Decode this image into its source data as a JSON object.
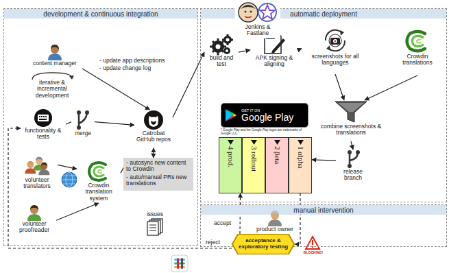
{
  "diagram": {
    "nodes": [
      {
        "text": [
          "development & continuous integration"
        ]
      },
      {
        "text": [
          "automatic deployment"
        ]
      },
      {
        "text": [
          "manual intervention"
        ]
      },
      {
        "text": [
          "content manager"
        ],
        "in": 0
      },
      {
        "text": [
          "iterative & incremental development"
        ],
        "in": 0
      },
      {
        "text": [
          "functionality & tests"
        ],
        "in": 0
      },
      {
        "text": [
          "merge"
        ],
        "in": 0
      },
      {
        "text": [
          "Catrobat GitHub repos"
        ],
        "in": 0
      },
      {
        "text": [
          "volunteer translators"
        ],
        "in": 0
      },
      {
        "text": [
          "Crowdin translation system"
        ],
        "in": 0
      },
      {
        "text": [
          "volunteer proofreader"
        ],
        "in": 0
      },
      {
        "text": [
          "- autosync new content to Crowdin",
          "- auto/manual PRs new translations"
        ],
        "in": 0
      },
      {
        "text": [
          "issues"
        ],
        "in": 0
      },
      {
        "text": [
          "Jenkins & Fastlane"
        ]
      },
      {
        "text": [
          "build and test"
        ],
        "in": 1
      },
      {
        "text": [
          "APK signing & aligning"
        ],
        "in": 1
      },
      {
        "text": [
          "screenshots for all languages"
        ],
        "in": 1
      },
      {
        "text": [
          "Crowdin translations"
        ],
        "in": 1
      },
      {
        "text": [
          "combine screenshots & translations"
        ],
        "in": 1
      },
      {
        "text": [
          "release branch"
        ],
        "in": 1
      },
      {
        "text": [
          "GET IT ON",
          "Google Play"
        ],
        "in": 1
      },
      {
        "text": [
          "4",
          "prod."
        ],
        "in": 1
      },
      {
        "text": [
          "3",
          "rollout"
        ],
        "in": 1
      },
      {
        "text": [
          "2",
          "βeta"
        ],
        "in": 1
      },
      {
        "text": [
          "1",
          "αlpha"
        ],
        "in": 1
      },
      {
        "text": [
          "product owner"
        ],
        "in": 2
      },
      {
        "text": [
          "acceptance & exploratory testing"
        ],
        "in": 2
      }
    ],
    "edges": [
      {
        "from": 3,
        "to": 7,
        "arrow": "to"
      },
      {
        "from": 5,
        "to": 6,
        "arrow": "none"
      },
      {
        "from": 6,
        "to": 7,
        "arrow": "to"
      },
      {
        "from": 8,
        "to": 9,
        "arrow": "to"
      },
      {
        "from": 10,
        "to": 9,
        "arrow": "to"
      },
      {
        "from": 9,
        "to": 11,
        "arrow": "none"
      },
      {
        "from": 11,
        "to": 7,
        "arrow": "both"
      },
      {
        "from": 7,
        "to": 14,
        "arrow": "to"
      },
      {
        "from": 14,
        "to": 15,
        "arrow": "to"
      },
      {
        "from": 15,
        "to": 16,
        "arrow": "to"
      },
      {
        "from": 16,
        "to": 18,
        "arrow": "to"
      },
      {
        "from": 17,
        "to": 18,
        "arrow": "to"
      },
      {
        "from": 18,
        "to": 19,
        "arrow": "to"
      },
      {
        "from": 19,
        "to": 24,
        "arrow": "to"
      },
      {
        "from": 24,
        "to": 26,
        "arrow": "to"
      },
      {
        "from": 26,
        "to": 21,
        "label": "accept",
        "arrow": "to"
      },
      {
        "from": 26,
        "to": 5,
        "label": "reject",
        "arrow": "to"
      }
    ],
    "labels": [
      "- update app descriptions",
      "- update change log",
      "APK",
      "* Google Play and the Google Play logos are trademarks of Google LLC.",
      "BLOCKING!"
    ]
  }
}
